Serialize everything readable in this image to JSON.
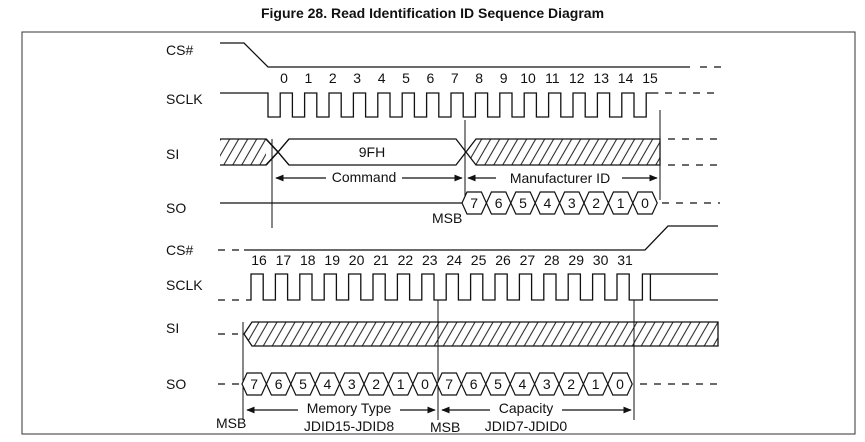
{
  "figure_title": "Figure 28. Read Identification ID Sequence Diagram",
  "signals": {
    "cs": "CS#",
    "sclk": "SCLK",
    "si": "SI",
    "so": "SO"
  },
  "top": {
    "clock_numbers": [
      "0",
      "1",
      "2",
      "3",
      "4",
      "5",
      "6",
      "7",
      "8",
      "9",
      "10",
      "11",
      "12",
      "13",
      "14",
      "15"
    ],
    "si_value": "9FH",
    "command_label": "Command",
    "manufacturer_label": "Manufacturer ID",
    "msb_label": "MSB",
    "so_bits": [
      "7",
      "6",
      "5",
      "4",
      "3",
      "2",
      "1",
      "0"
    ]
  },
  "bottom": {
    "clock_numbers": [
      "16",
      "17",
      "18",
      "19",
      "20",
      "21",
      "22",
      "23",
      "24",
      "25",
      "26",
      "27",
      "28",
      "29",
      "30",
      "31"
    ],
    "so_bits_a": [
      "7",
      "6",
      "5",
      "4",
      "3",
      "2",
      "1",
      "0"
    ],
    "so_bits_b": [
      "7",
      "6",
      "5",
      "4",
      "3",
      "2",
      "1",
      "0"
    ],
    "memory_type_label": "Memory Type",
    "memory_type_sub": "JDID15-JDID8",
    "capacity_label": "Capacity",
    "capacity_sub": "JDID7-JDID0",
    "msb_label_a": "MSB",
    "msb_label_b": "MSB"
  }
}
